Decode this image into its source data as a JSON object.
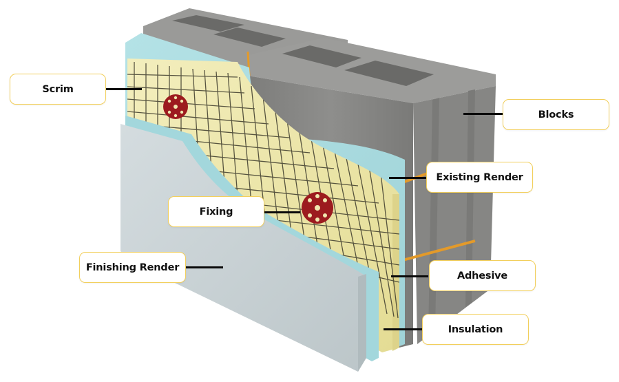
{
  "diagram": {
    "subject": "External wall insulation system cross-section",
    "labels": [
      {
        "id": "scrim",
        "text": "Scrim"
      },
      {
        "id": "blocks",
        "text": "Blocks"
      },
      {
        "id": "existing-render",
        "text": "Existing Render"
      },
      {
        "id": "fixing",
        "text": "Fixing"
      },
      {
        "id": "finishing-render",
        "text": "Finishing Render"
      },
      {
        "id": "adhesive",
        "text": "Adhesive"
      },
      {
        "id": "insulation",
        "text": "Insulation"
      }
    ]
  },
  "colors": {
    "label_border": "#f2cf5c",
    "label_text": "#111111",
    "leader_line": "#0a0a0a",
    "blocks": "#8a8a88",
    "existing_render": "#a9dadd",
    "insulation": "#ede7a8",
    "scrim_grid": "#3c3a2c",
    "fixing": "#9c1b1f",
    "adhesive": "#e39a2a",
    "finishing_render": "#c9d2d4"
  }
}
